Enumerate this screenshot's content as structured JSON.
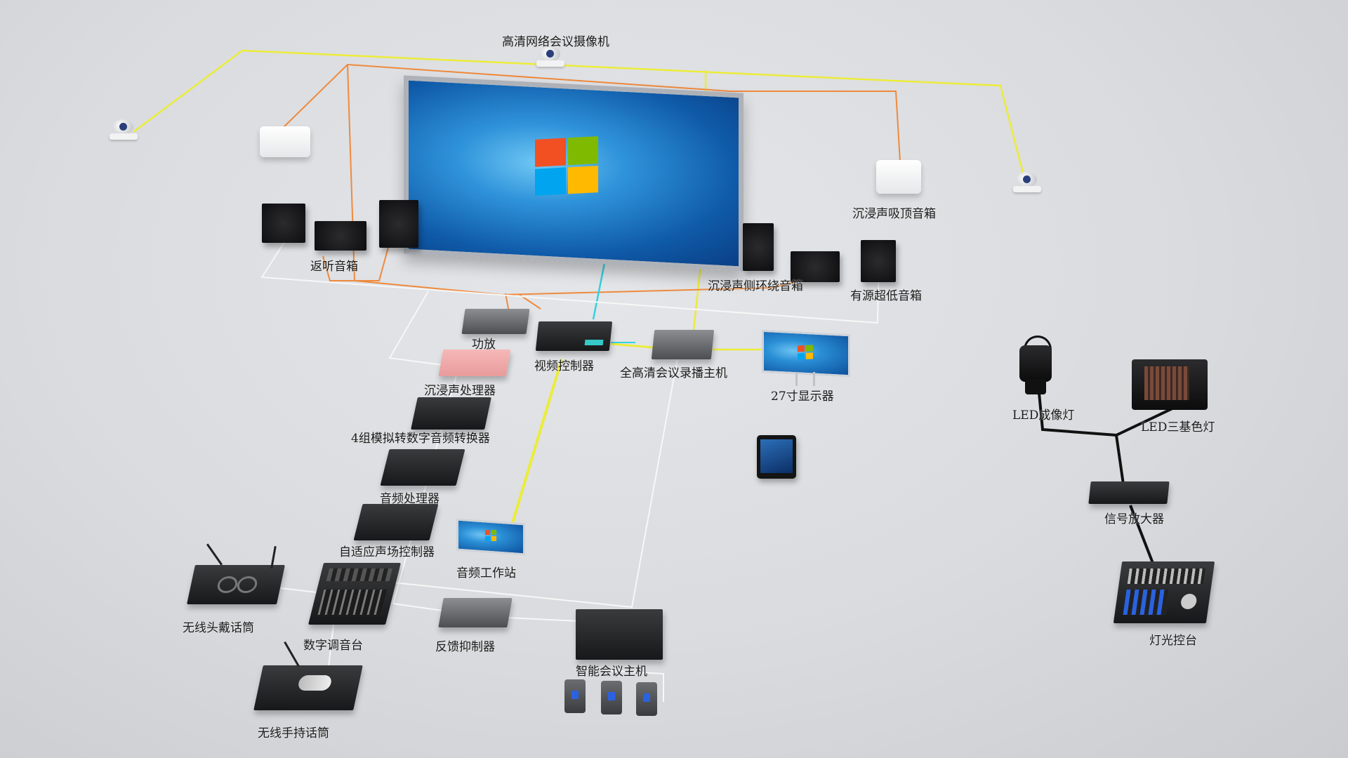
{
  "labels": {
    "camera": "高清网络会议摄像机",
    "ceiling_speaker": "沉浸声吸顶音箱",
    "monitor_speaker": "返听音箱",
    "side_speaker": "沉浸声侧环绕音箱",
    "subwoofer": "有源超低音箱",
    "amplifier": "功放",
    "video_controller": "视频控制器",
    "recorder": "全高清会议录播主机",
    "display27": "27寸显示器",
    "immersive_processor": "沉浸声处理器",
    "converter": "4组模拟转数字音频转换器",
    "audio_processor": "音频处理器",
    "adaptive_controller": "自适应声场控制器",
    "audio_workstation": "音频工作站",
    "wireless_headset": "无线头戴话筒",
    "digital_mixer": "数字调音台",
    "feedback_suppressor": "反馈抑制器",
    "conference_host": "智能会议主机",
    "wireless_handheld": "无线手持话筒",
    "led_imaging": "LED成像灯",
    "led_rgb": "LED三基色灯",
    "signal_amp": "信号放大器",
    "light_console": "灯光控台"
  },
  "colors": {
    "yellow_wire": "#ecec3a",
    "orange_wire": "#ef8a3e",
    "white_wire": "#f7f7f7",
    "cyan_wire": "#33d1e0",
    "black_wire": "#111111"
  },
  "icons": [
    "camera-icon",
    "speaker-icon",
    "display-icon",
    "tablet-icon",
    "microphone-icon",
    "spotlight-icon",
    "mixer-icon"
  ]
}
